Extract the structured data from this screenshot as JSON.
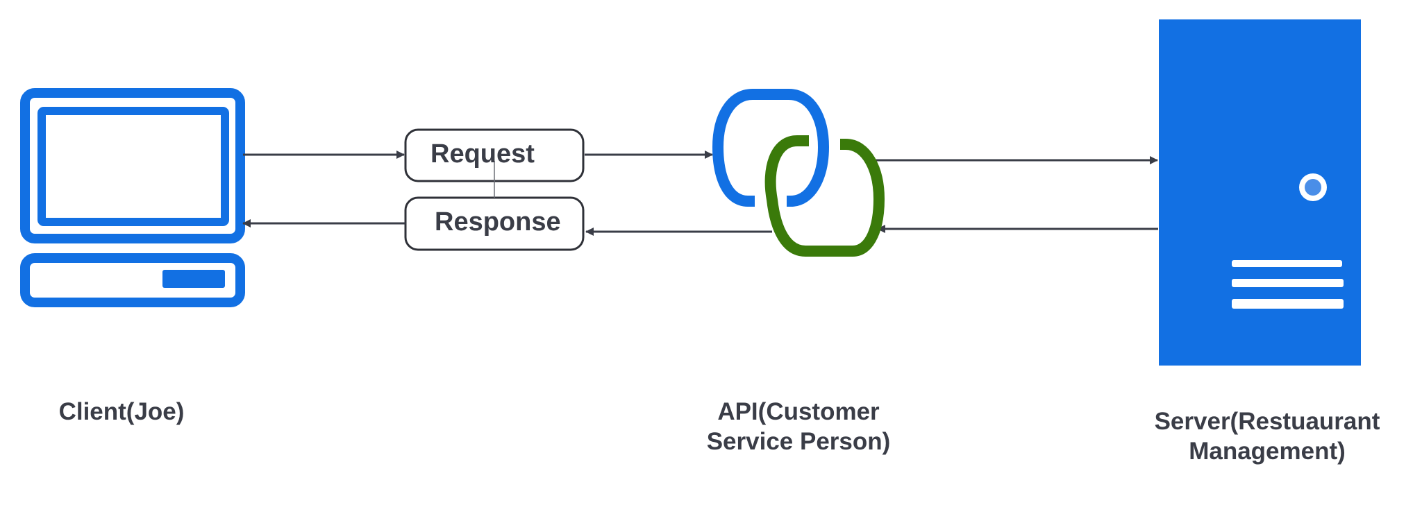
{
  "colors": {
    "blue": "#1270E3",
    "green": "#3A7A0A",
    "ink": "#3a3d47",
    "server_dot": "#4A8EE8"
  },
  "client": {
    "label": "Client(Joe)",
    "icon": "desktop-computer-icon"
  },
  "flow": {
    "request_label": "Request",
    "response_label": "Response"
  },
  "api": {
    "label_line1": "API(Customer",
    "label_line2": "Service Person)",
    "icon": "chain-link-icon"
  },
  "server": {
    "label_line1": "Server(Restuaurant",
    "label_line2": "Management)",
    "icon": "server-tower-icon"
  }
}
